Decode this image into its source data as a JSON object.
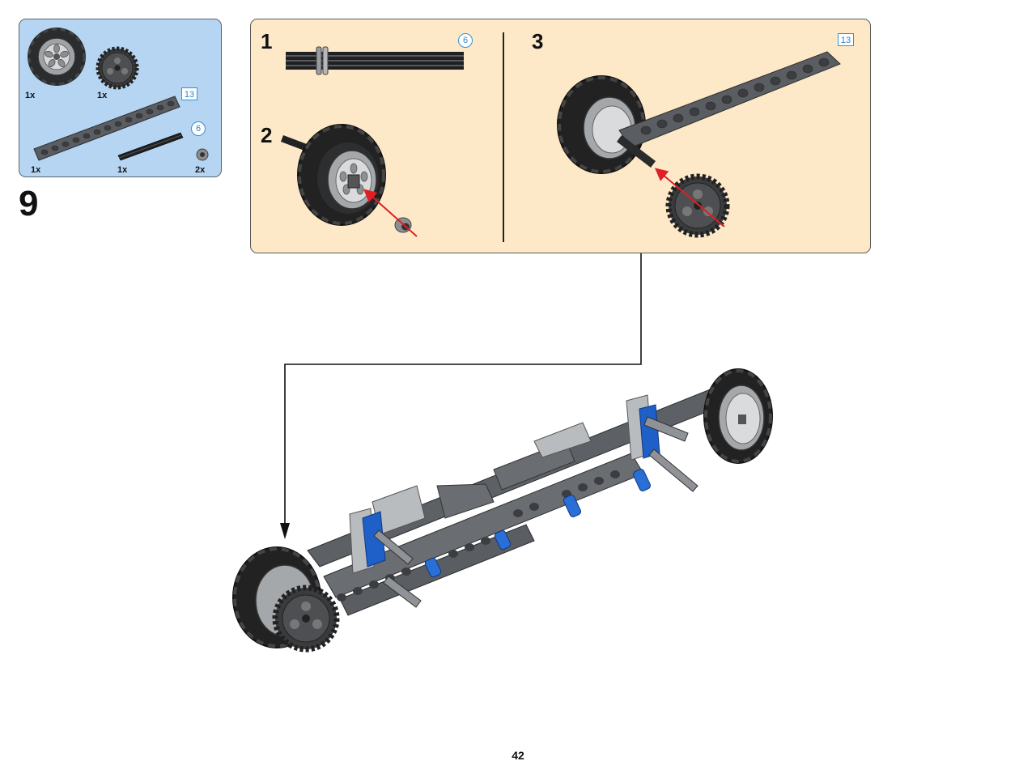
{
  "parts_list": {
    "items": [
      {
        "name": "wheel",
        "qty": "1x"
      },
      {
        "name": "gear-24-tooth",
        "qty": "1x"
      },
      {
        "name": "beam",
        "qty": "1x",
        "length": "13"
      },
      {
        "name": "axle",
        "qty": "1x",
        "length": "6"
      },
      {
        "name": "bush",
        "qty": "2x"
      }
    ]
  },
  "step": {
    "number": "9"
  },
  "sub_steps": [
    {
      "number": "1",
      "callout": "6"
    },
    {
      "number": "2"
    },
    {
      "number": "3",
      "callout": "13"
    }
  ],
  "colors": {
    "parts_bg": "#b6d5f2",
    "substep_bg": "#fde9c8",
    "callout_blue": "#2a86cf",
    "arrow_red": "#e01e24",
    "brick_blue": "#1f5fc8",
    "dark_gray": "#55585c",
    "light_gray": "#b9bcbf"
  },
  "page": {
    "number": "42"
  }
}
